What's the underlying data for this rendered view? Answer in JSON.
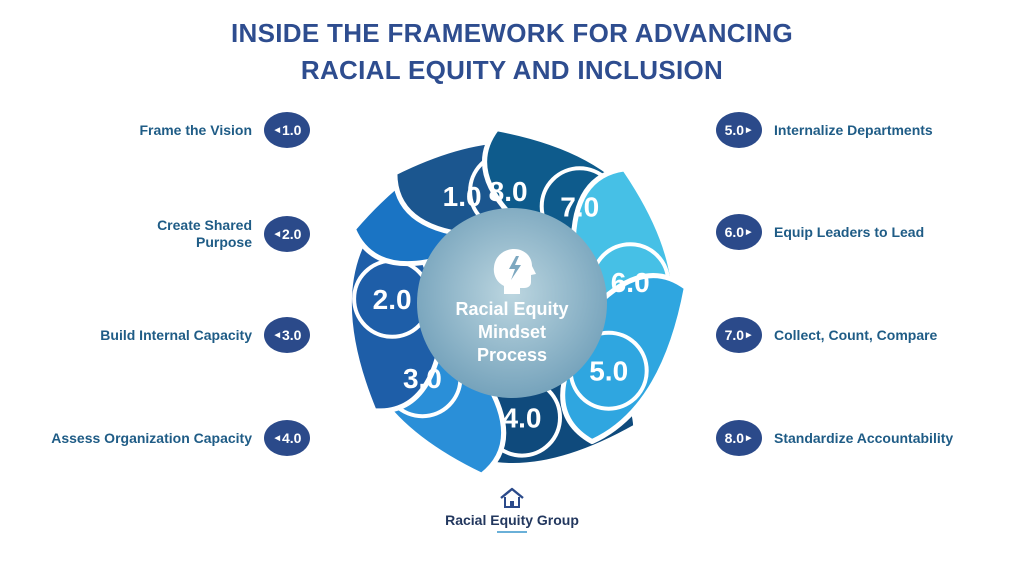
{
  "title": {
    "line1": "INSIDE THE FRAMEWORK FOR ADVANCING",
    "line2": "RACIAL EQUITY AND INCLUSION"
  },
  "left_steps": [
    {
      "num": "1.0",
      "label": "Frame the Vision"
    },
    {
      "num": "2.0",
      "label": "Create Shared Purpose"
    },
    {
      "num": "3.0",
      "label": "Build Internal Capacity"
    },
    {
      "num": "4.0",
      "label": "Assess Organization Capacity"
    }
  ],
  "right_steps": [
    {
      "num": "5.0",
      "label": "Internalize Departments"
    },
    {
      "num": "6.0",
      "label": "Equip Leaders to Lead"
    },
    {
      "num": "7.0",
      "label": "Collect, Count, Compare"
    },
    {
      "num": "8.0",
      "label": "Standardize Accountability"
    }
  ],
  "wheel": {
    "center_line1": "Racial Equity",
    "center_line2": "Mindset",
    "center_line3": "Process",
    "center_icon": "head-lightning-icon",
    "petals": [
      {
        "num": "1.0",
        "color": "#1a74c4"
      },
      {
        "num": "2.0",
        "color": "#1e5ea8"
      },
      {
        "num": "3.0",
        "color": "#2a8fd8"
      },
      {
        "num": "4.0",
        "color": "#0f4a7c"
      },
      {
        "num": "5.0",
        "color": "#2fa6e0"
      },
      {
        "num": "6.0",
        "color": "#46c0e6"
      },
      {
        "num": "7.0",
        "color": "#0e5b8c"
      },
      {
        "num": "8.0",
        "color": "#1b568f"
      }
    ]
  },
  "logo": {
    "text": "Racial Equity Group",
    "icon": "house-icon"
  },
  "colors": {
    "title": "#2e4d8f",
    "badge": "#2b4a8a",
    "label": "#1f5c86"
  }
}
